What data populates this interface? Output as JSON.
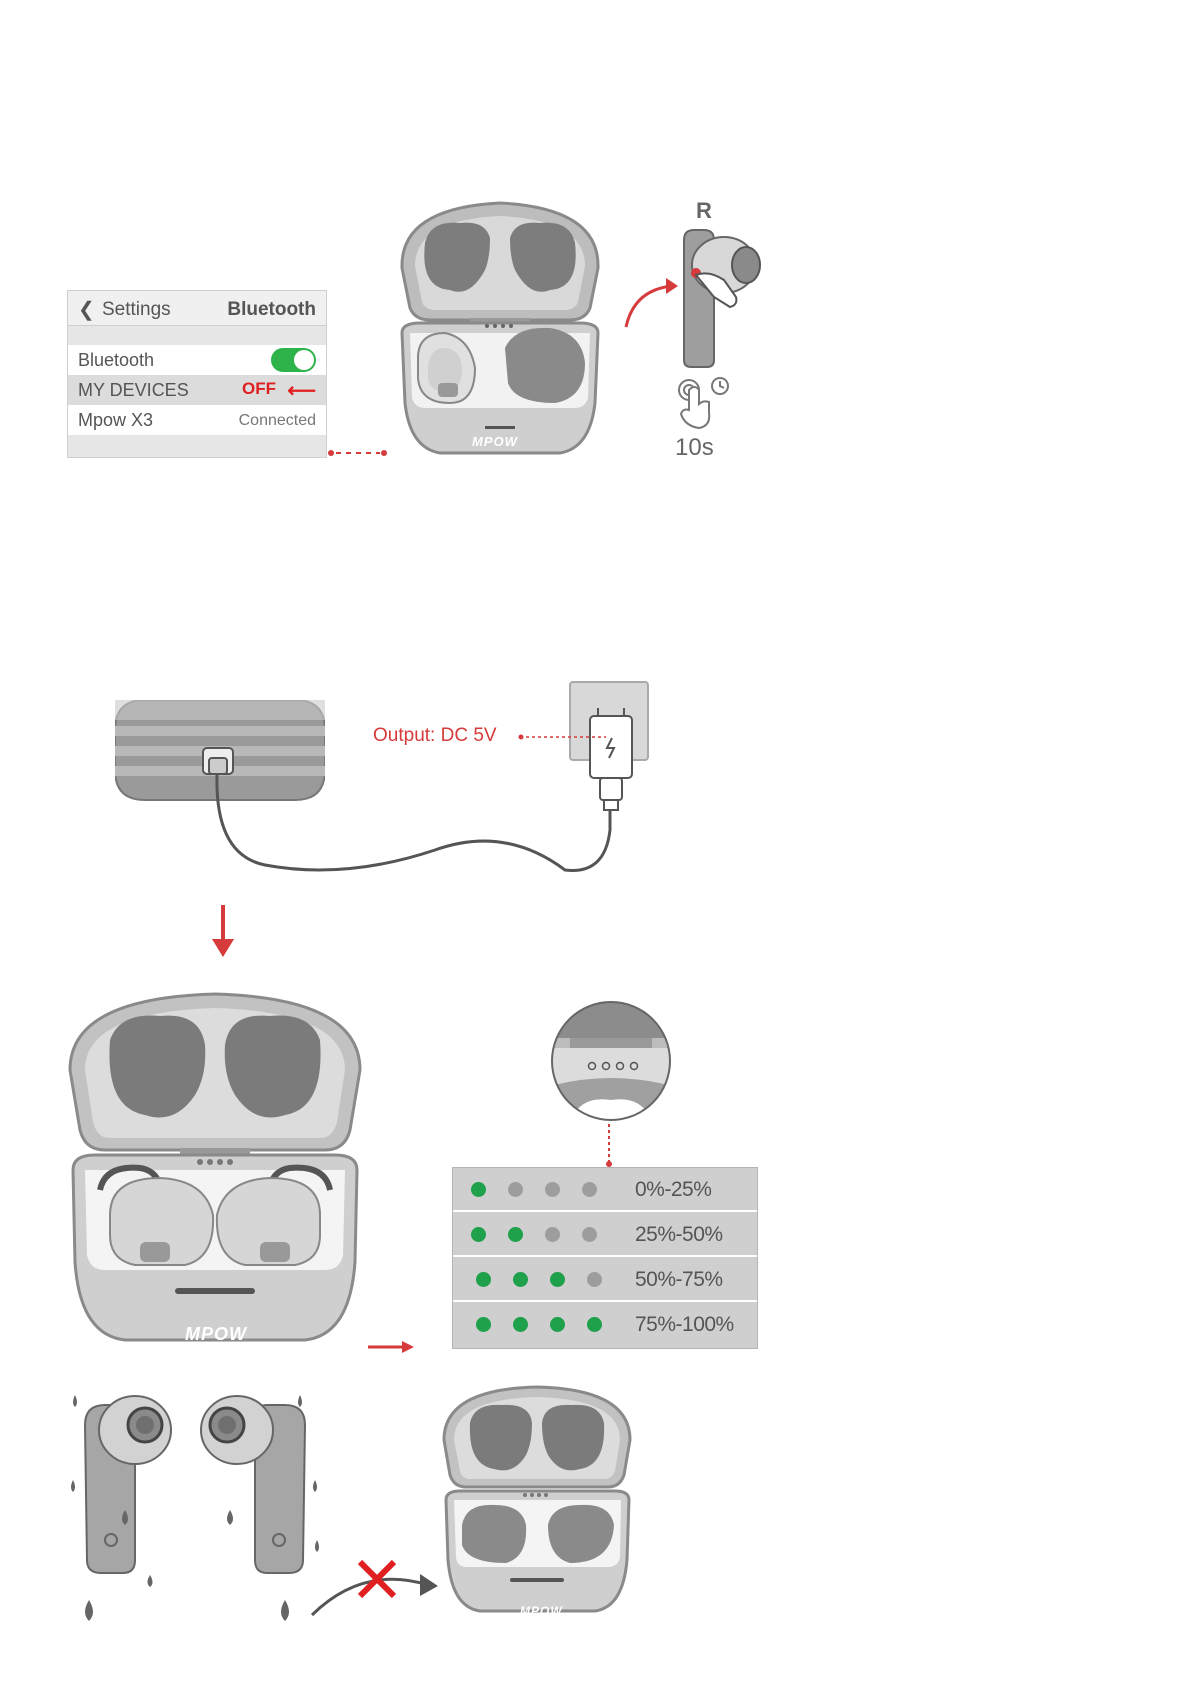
{
  "bluetooth_panel": {
    "back_label": "Settings",
    "title": "Bluetooth",
    "bluetooth_row_label": "Bluetooth",
    "my_devices_label": "MY DEVICES",
    "off_label": "OFF",
    "device_name": "Mpow X3",
    "device_status": "Connected"
  },
  "earbud_label": "R",
  "hold_time": "10s",
  "case_brand": "MPOW",
  "charger": {
    "output_label": "Output: DC 5V"
  },
  "battery_levels": [
    {
      "leds_on": 1,
      "range": "0%-25%"
    },
    {
      "leds_on": 2,
      "range": "25%-50%"
    },
    {
      "leds_on": 3,
      "range": "50%-75%"
    },
    {
      "leds_on": 4,
      "range": "75%-100%"
    }
  ],
  "colors": {
    "accent_red": "#e02020",
    "led_green": "#1fa04a",
    "led_off": "#9d9d9d"
  }
}
